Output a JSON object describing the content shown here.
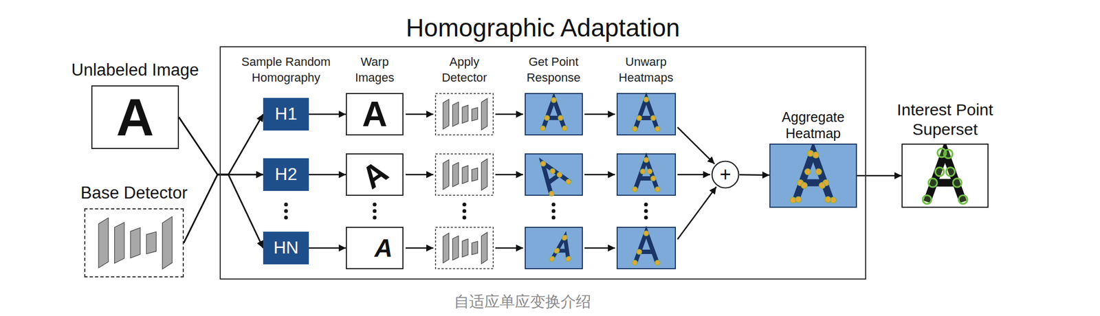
{
  "diagram": {
    "caption": "自适应单应变换介绍",
    "nodes": [
      {
        "text": [
          "Unlabeled Image",
          "A"
        ]
      },
      {
        "text": [
          "Base Detector"
        ]
      },
      {
        "text": [
          "Homographic Adaptation"
        ]
      },
      {
        "text": [
          "H1"
        ],
        "in": 2
      },
      {
        "text": [
          "H2"
        ],
        "in": 2
      },
      {
        "text": [
          "HN"
        ],
        "in": 2
      },
      {
        "text": [
          "A"
        ],
        "in": 2
      },
      {
        "text": [
          "A"
        ],
        "in": 2
      },
      {
        "text": [
          "A"
        ],
        "in": 2
      },
      {
        "text": [
          "+"
        ],
        "in": 2
      },
      {
        "text": [
          "Aggregate Heatmap"
        ],
        "in": 2
      },
      {
        "text": [
          "Interest Point Superset"
        ]
      }
    ],
    "edges": [
      {
        "from": 0,
        "to": 3,
        "arrow": "to"
      },
      {
        "from": 0,
        "to": 4,
        "arrow": "to"
      },
      {
        "from": 0,
        "to": 5,
        "arrow": "to"
      },
      {
        "from": 1,
        "to": 3,
        "arrow": "to"
      },
      {
        "from": 1,
        "to": 4,
        "arrow": "to"
      },
      {
        "from": 1,
        "to": 5,
        "arrow": "to"
      },
      {
        "from": 3,
        "to": 6,
        "arrow": "to"
      },
      {
        "from": 4,
        "to": 7,
        "arrow": "to"
      },
      {
        "from": 5,
        "to": 8,
        "arrow": "to"
      },
      {
        "from": 9,
        "to": 10,
        "arrow": "to"
      },
      {
        "from": 10,
        "to": 11,
        "arrow": "to"
      }
    ],
    "labels": [
      "Sample Random Homography",
      "Warp Images",
      "Apply Detector",
      "Get Point Response",
      "Unwarp Heatmaps"
    ]
  }
}
